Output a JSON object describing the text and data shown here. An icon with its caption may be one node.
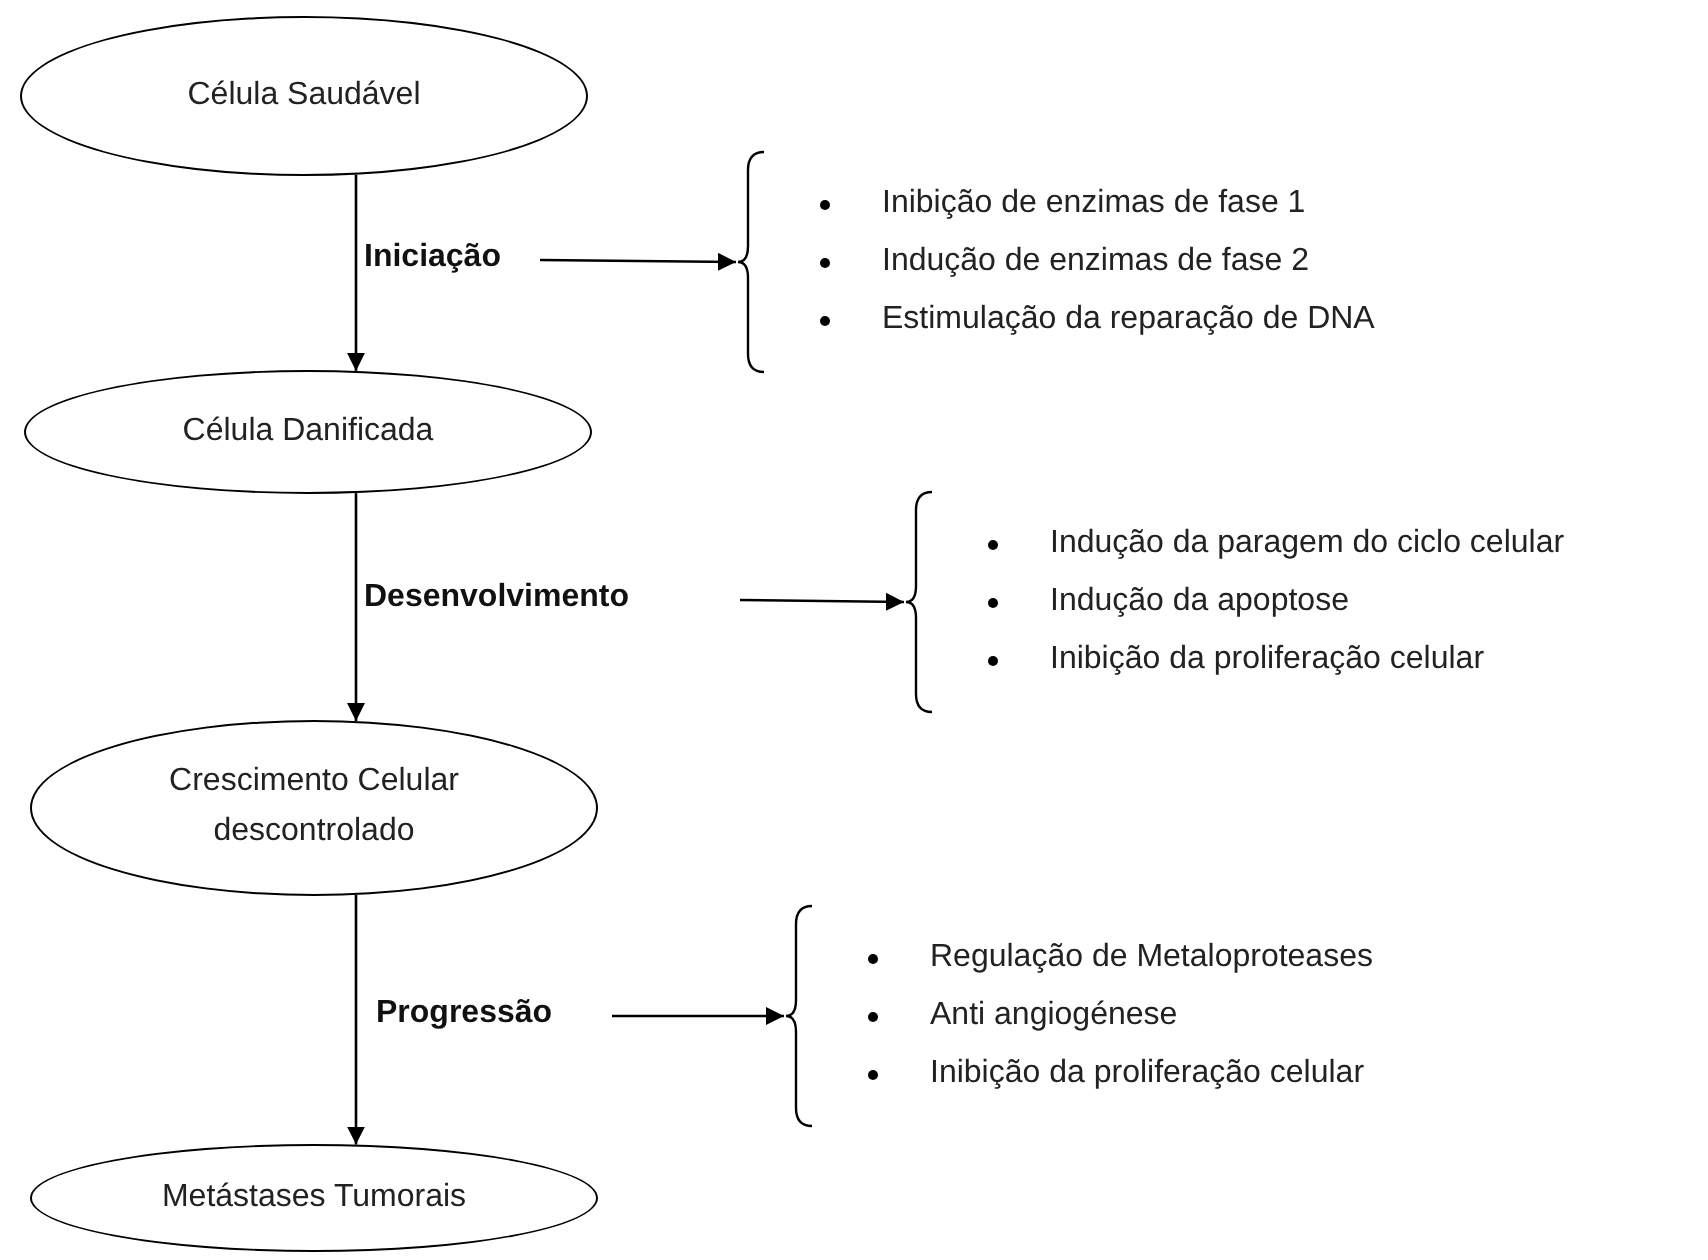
{
  "diagram": {
    "nodes": [
      {
        "text": [
          "Célula Saudável"
        ]
      },
      {
        "text": [
          "Iniciação"
        ]
      },
      {
        "text": [
          "Inibição de enzimas de fase 1",
          "Indução de enzimas de fase 2",
          "Estimulação da reparação de DNA"
        ]
      },
      {
        "text": [
          "Célula Danificada"
        ]
      },
      {
        "text": [
          "Desenvolvimento"
        ]
      },
      {
        "text": [
          "Indução da paragem do ciclo celular",
          "Indução da apoptose",
          "Inibição da proliferação celular"
        ]
      },
      {
        "text": [
          "Crescimento Celular descontrolado"
        ]
      },
      {
        "text": [
          "Progressão"
        ]
      },
      {
        "text": [
          "Regulação de Metaloproteases",
          "Anti angiogénese",
          "Inibição da proliferação celular"
        ]
      },
      {
        "text": [
          "Metástases Tumorais"
        ]
      }
    ],
    "edges": [
      {
        "from": 0,
        "to": 3,
        "arrow": "to"
      },
      {
        "from": 1,
        "to": 2,
        "arrow": "to"
      },
      {
        "from": 3,
        "to": 6,
        "arrow": "to"
      },
      {
        "from": 4,
        "to": 5,
        "arrow": "to"
      },
      {
        "from": 6,
        "to": 9,
        "arrow": "to"
      },
      {
        "from": 7,
        "to": 8,
        "arrow": "to"
      }
    ]
  }
}
